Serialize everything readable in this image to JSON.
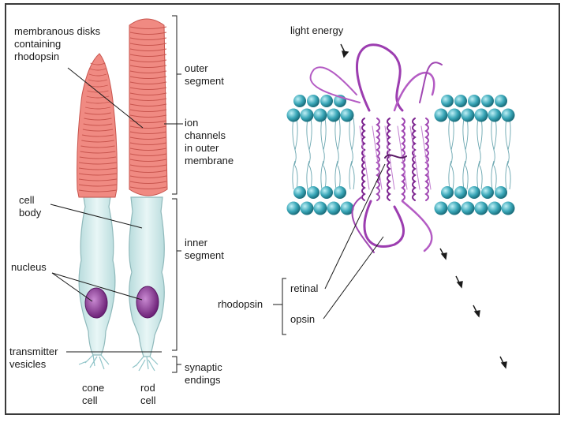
{
  "left": {
    "membranous_disks": "membranous disks\ncontaining\nrhodopsin",
    "cell_body": "cell\nbody",
    "nucleus": "nucleus",
    "transmitter_vesicles": "transmitter\nvesicles",
    "cone_cell": "cone\ncell",
    "rod_cell": "rod\ncell",
    "outer_segment": "outer\nsegment",
    "ion_channels": "ion\nchannels\nin outer\nmembrane",
    "inner_segment": "inner\nsegment",
    "synaptic_endings": "synaptic\nendings"
  },
  "right": {
    "light_energy": "light energy",
    "rhodopsin": "rhodopsin",
    "retinal": "retinal",
    "opsin": "opsin"
  },
  "colors": {
    "disk": "#f08a82",
    "disk_dark": "#c8554e",
    "cell": "#d7ecec",
    "cell_stroke": "#8fb9bb",
    "nucleus": "#8e3d9a",
    "lipid_head": "#3aa7b8",
    "protein": "#8a2d9a"
  }
}
